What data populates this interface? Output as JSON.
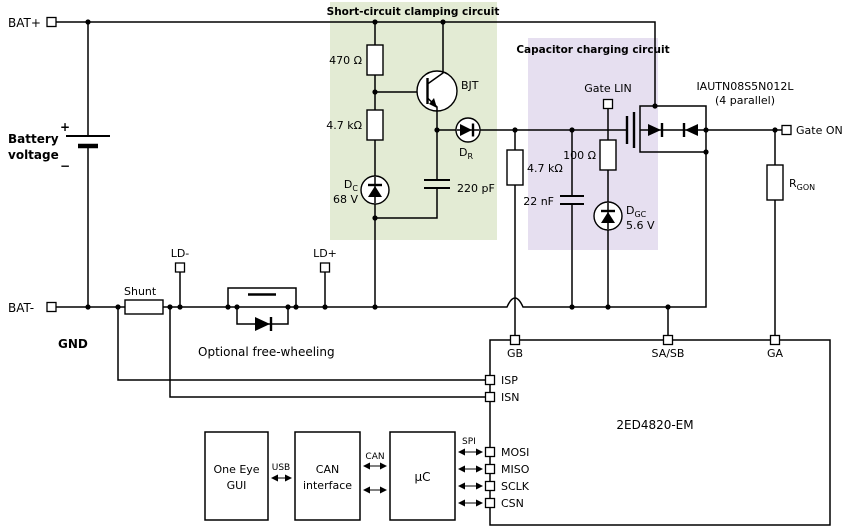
{
  "figure": {
    "terminals": {
      "bat_plus": "BAT+",
      "bat_minus": "BAT-",
      "gnd": "GND",
      "ld_minus": "LD-",
      "ld_plus": "LD+",
      "gate_lin": "Gate LIN",
      "gate_on": "Gate ON"
    },
    "battery": {
      "line1": "Battery",
      "line2": "voltage",
      "plus": "+",
      "minus": "−"
    },
    "shunt_label": "Shunt",
    "freewheel_label": "Optional free-wheeling",
    "clamp": {
      "title": "Short-circuit clamping circuit",
      "r1": "470 Ω",
      "r2": "4.7 kΩ",
      "bjt": "BJT",
      "zener_name": "D",
      "zener_sub": "C",
      "zener_value": "68 V",
      "cap": "220 pF",
      "diode_name": "D",
      "diode_sub": "R"
    },
    "charge": {
      "title": "Capacitor charging circuit",
      "r": "100 Ω",
      "cap": "22 nF",
      "zener_name": "D",
      "zener_sub": "GC",
      "zener_value": "5.6 V"
    },
    "gb_resistor": "4.7 kΩ",
    "mosfet": {
      "part": "IAUTN08S5N012L",
      "note": "(4 parallel)"
    },
    "rgon": {
      "name": "R",
      "sub": "GON"
    },
    "driver": {
      "name": "2ED4820-EM",
      "pin_gb": "GB",
      "pin_sasb": "SA/SB",
      "pin_ga": "GA",
      "pin_isp": "ISP",
      "pin_isn": "ISN",
      "pin_mosi": "MOSI",
      "pin_miso": "MISO",
      "pin_sclk": "SCLK",
      "pin_csn": "CSN"
    },
    "blocks": {
      "gui_line1": "One Eye",
      "gui_line2": "GUI",
      "can_line1": "CAN",
      "can_line2": "interface",
      "mcu": "µC"
    },
    "buses": {
      "usb": "USB",
      "can": "CAN",
      "spi": "SPI"
    },
    "colors": {
      "clamp_fill": "#e3ebd4",
      "clamp_text": "#53801f",
      "charge_fill": "#e6dff0",
      "charge_text": "#7040a0"
    }
  }
}
